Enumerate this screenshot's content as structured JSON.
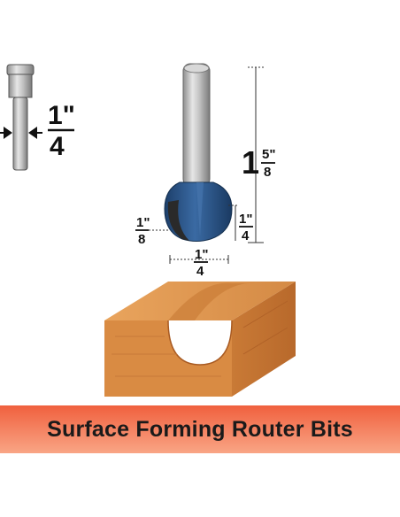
{
  "shank_callout": {
    "numerator": "1\"",
    "denominator": "4"
  },
  "dimensions": {
    "overall_length": {
      "whole": "1",
      "numerator": "5\"",
      "denominator": "8"
    },
    "cutting_height": {
      "numerator": "1\"",
      "denominator": "4"
    },
    "radius": {
      "numerator": "1\"",
      "denominator": "8"
    },
    "cutting_diameter": {
      "numerator": "1\"",
      "denominator": "4"
    }
  },
  "banner": {
    "title": "Surface Forming Router Bits"
  },
  "colors": {
    "bit_body": "#2e5d94",
    "shank": "#b8b8b8",
    "wood": "#d98b43",
    "banner_top": "#f0603e",
    "banner_bottom": "#f9a585"
  }
}
